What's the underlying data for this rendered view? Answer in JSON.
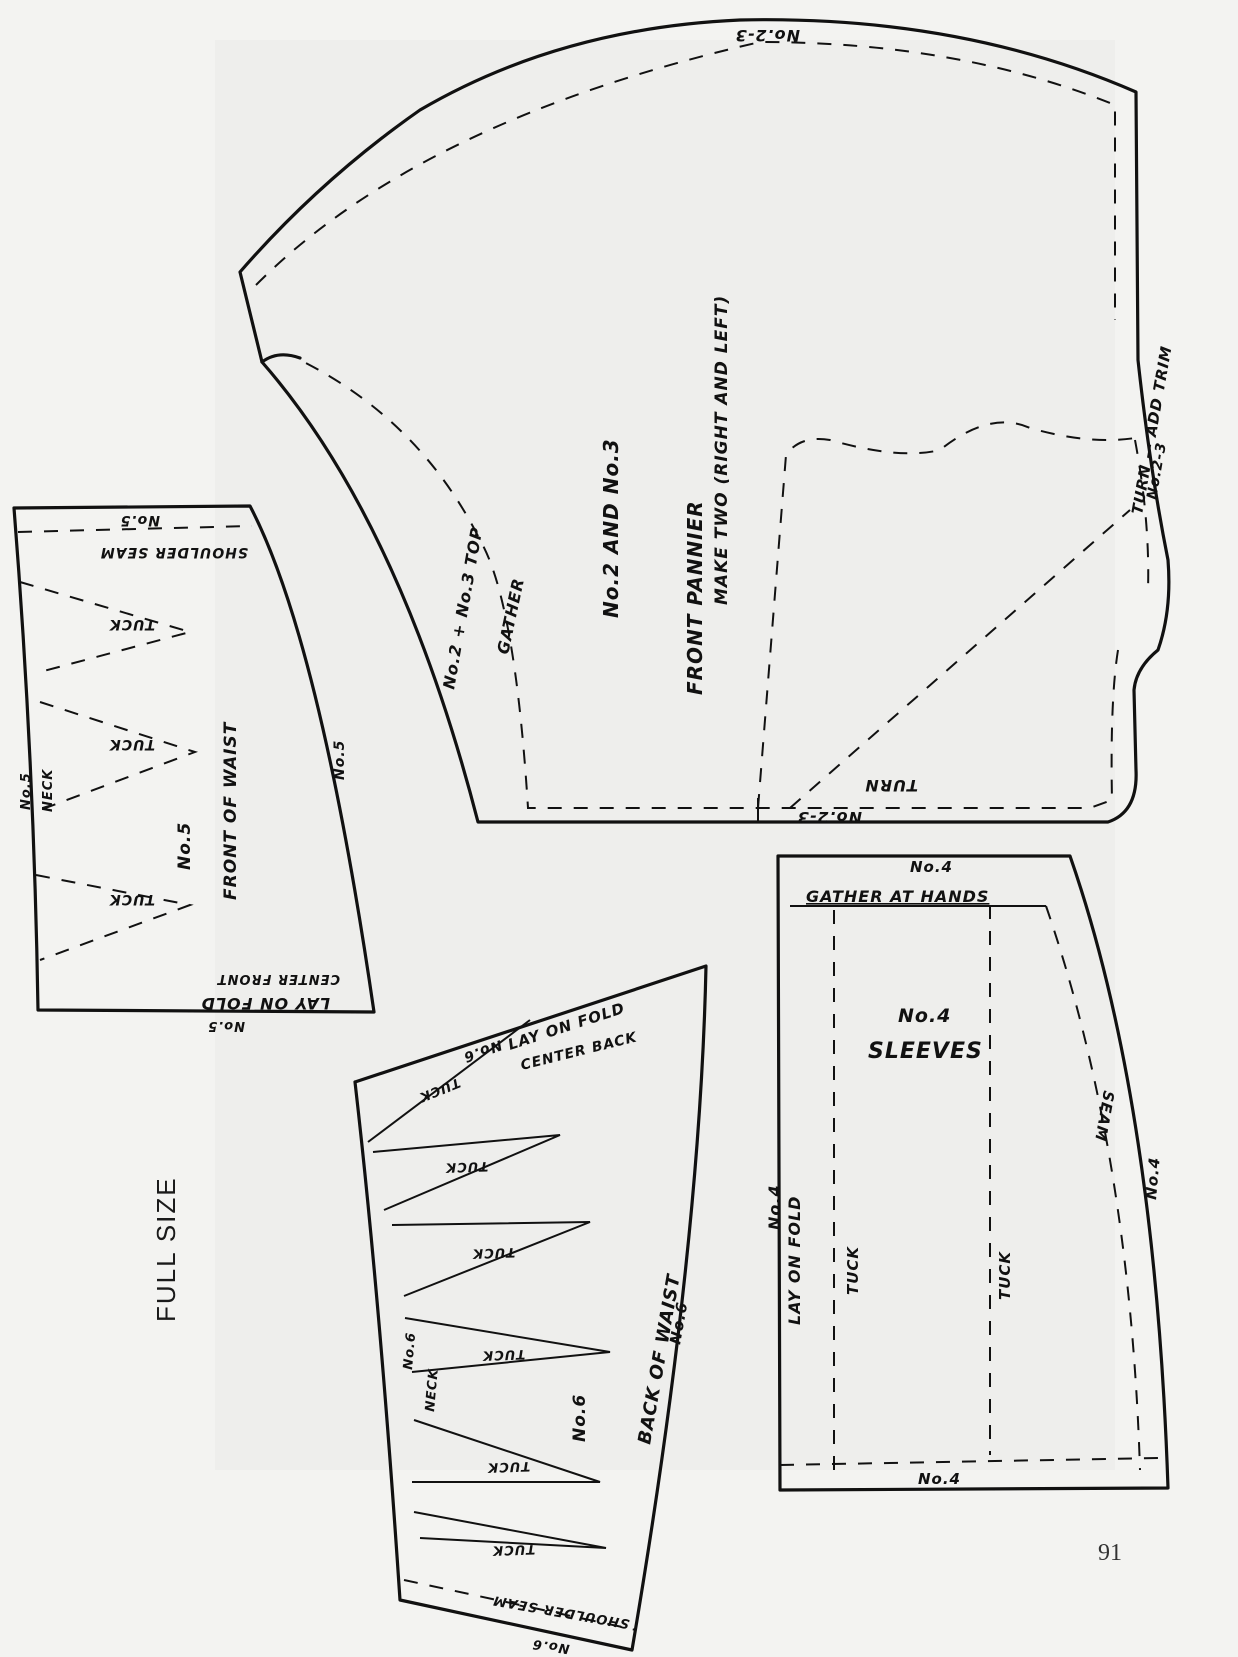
{
  "page": {
    "heading": "FULL SIZE",
    "page_number": "91"
  },
  "pattern_2_3": {
    "top_mark": "No.2-3",
    "bottom_mark": "No.2-3",
    "label_line1": "No.2 AND No.3",
    "label_line2": "FRONT PANNIER",
    "label_line3": "MAKE TWO (RIGHT AND LEFT)",
    "edge_label": "No.2 + No.3 TOP",
    "gather": "GATHER",
    "turn": "TURN",
    "side_label": "TURN — ADD TRIM",
    "side_mark": "No.2-3"
  },
  "pattern_5": {
    "top_mark": "No.5",
    "shoulder": "SHOULDER SEAM",
    "tucks": [
      "TUCK",
      "TUCK",
      "TUCK"
    ],
    "neck_mark": "No.5",
    "neck": "NECK",
    "label_no": "No.5",
    "label_name": "FRONT OF WAIST",
    "side_mark": "No.5",
    "fold": "LAY ON FOLD",
    "center": "CENTER FRONT",
    "bottom_mark": "No.5"
  },
  "pattern_6": {
    "top_mark": "No.6",
    "fold": "LAY ON FOLD",
    "center": "CENTER BACK",
    "tucks": [
      "TUCK",
      "TUCK",
      "TUCK",
      "TUCK",
      "TUCK",
      "TUCK"
    ],
    "neck_mark": "No.6",
    "neck": "NECK",
    "label_no": "No.6",
    "label_name": "BACK OF WAIST",
    "side_mark": "No.6",
    "shoulder": "SHOULDER SEAM",
    "bottom_mark": "No.6"
  },
  "pattern_4": {
    "top_mark": "No.4",
    "gather": "GATHER AT HANDS",
    "label_no": "No.4",
    "label_name": "SLEEVES",
    "fold_mark": "No.4",
    "fold": "LAY ON FOLD",
    "tuck_left": "TUCK",
    "tuck_right": "TUCK",
    "seam": "SEAM",
    "side_mark": "No.4",
    "bottom_mark": "No.4"
  }
}
